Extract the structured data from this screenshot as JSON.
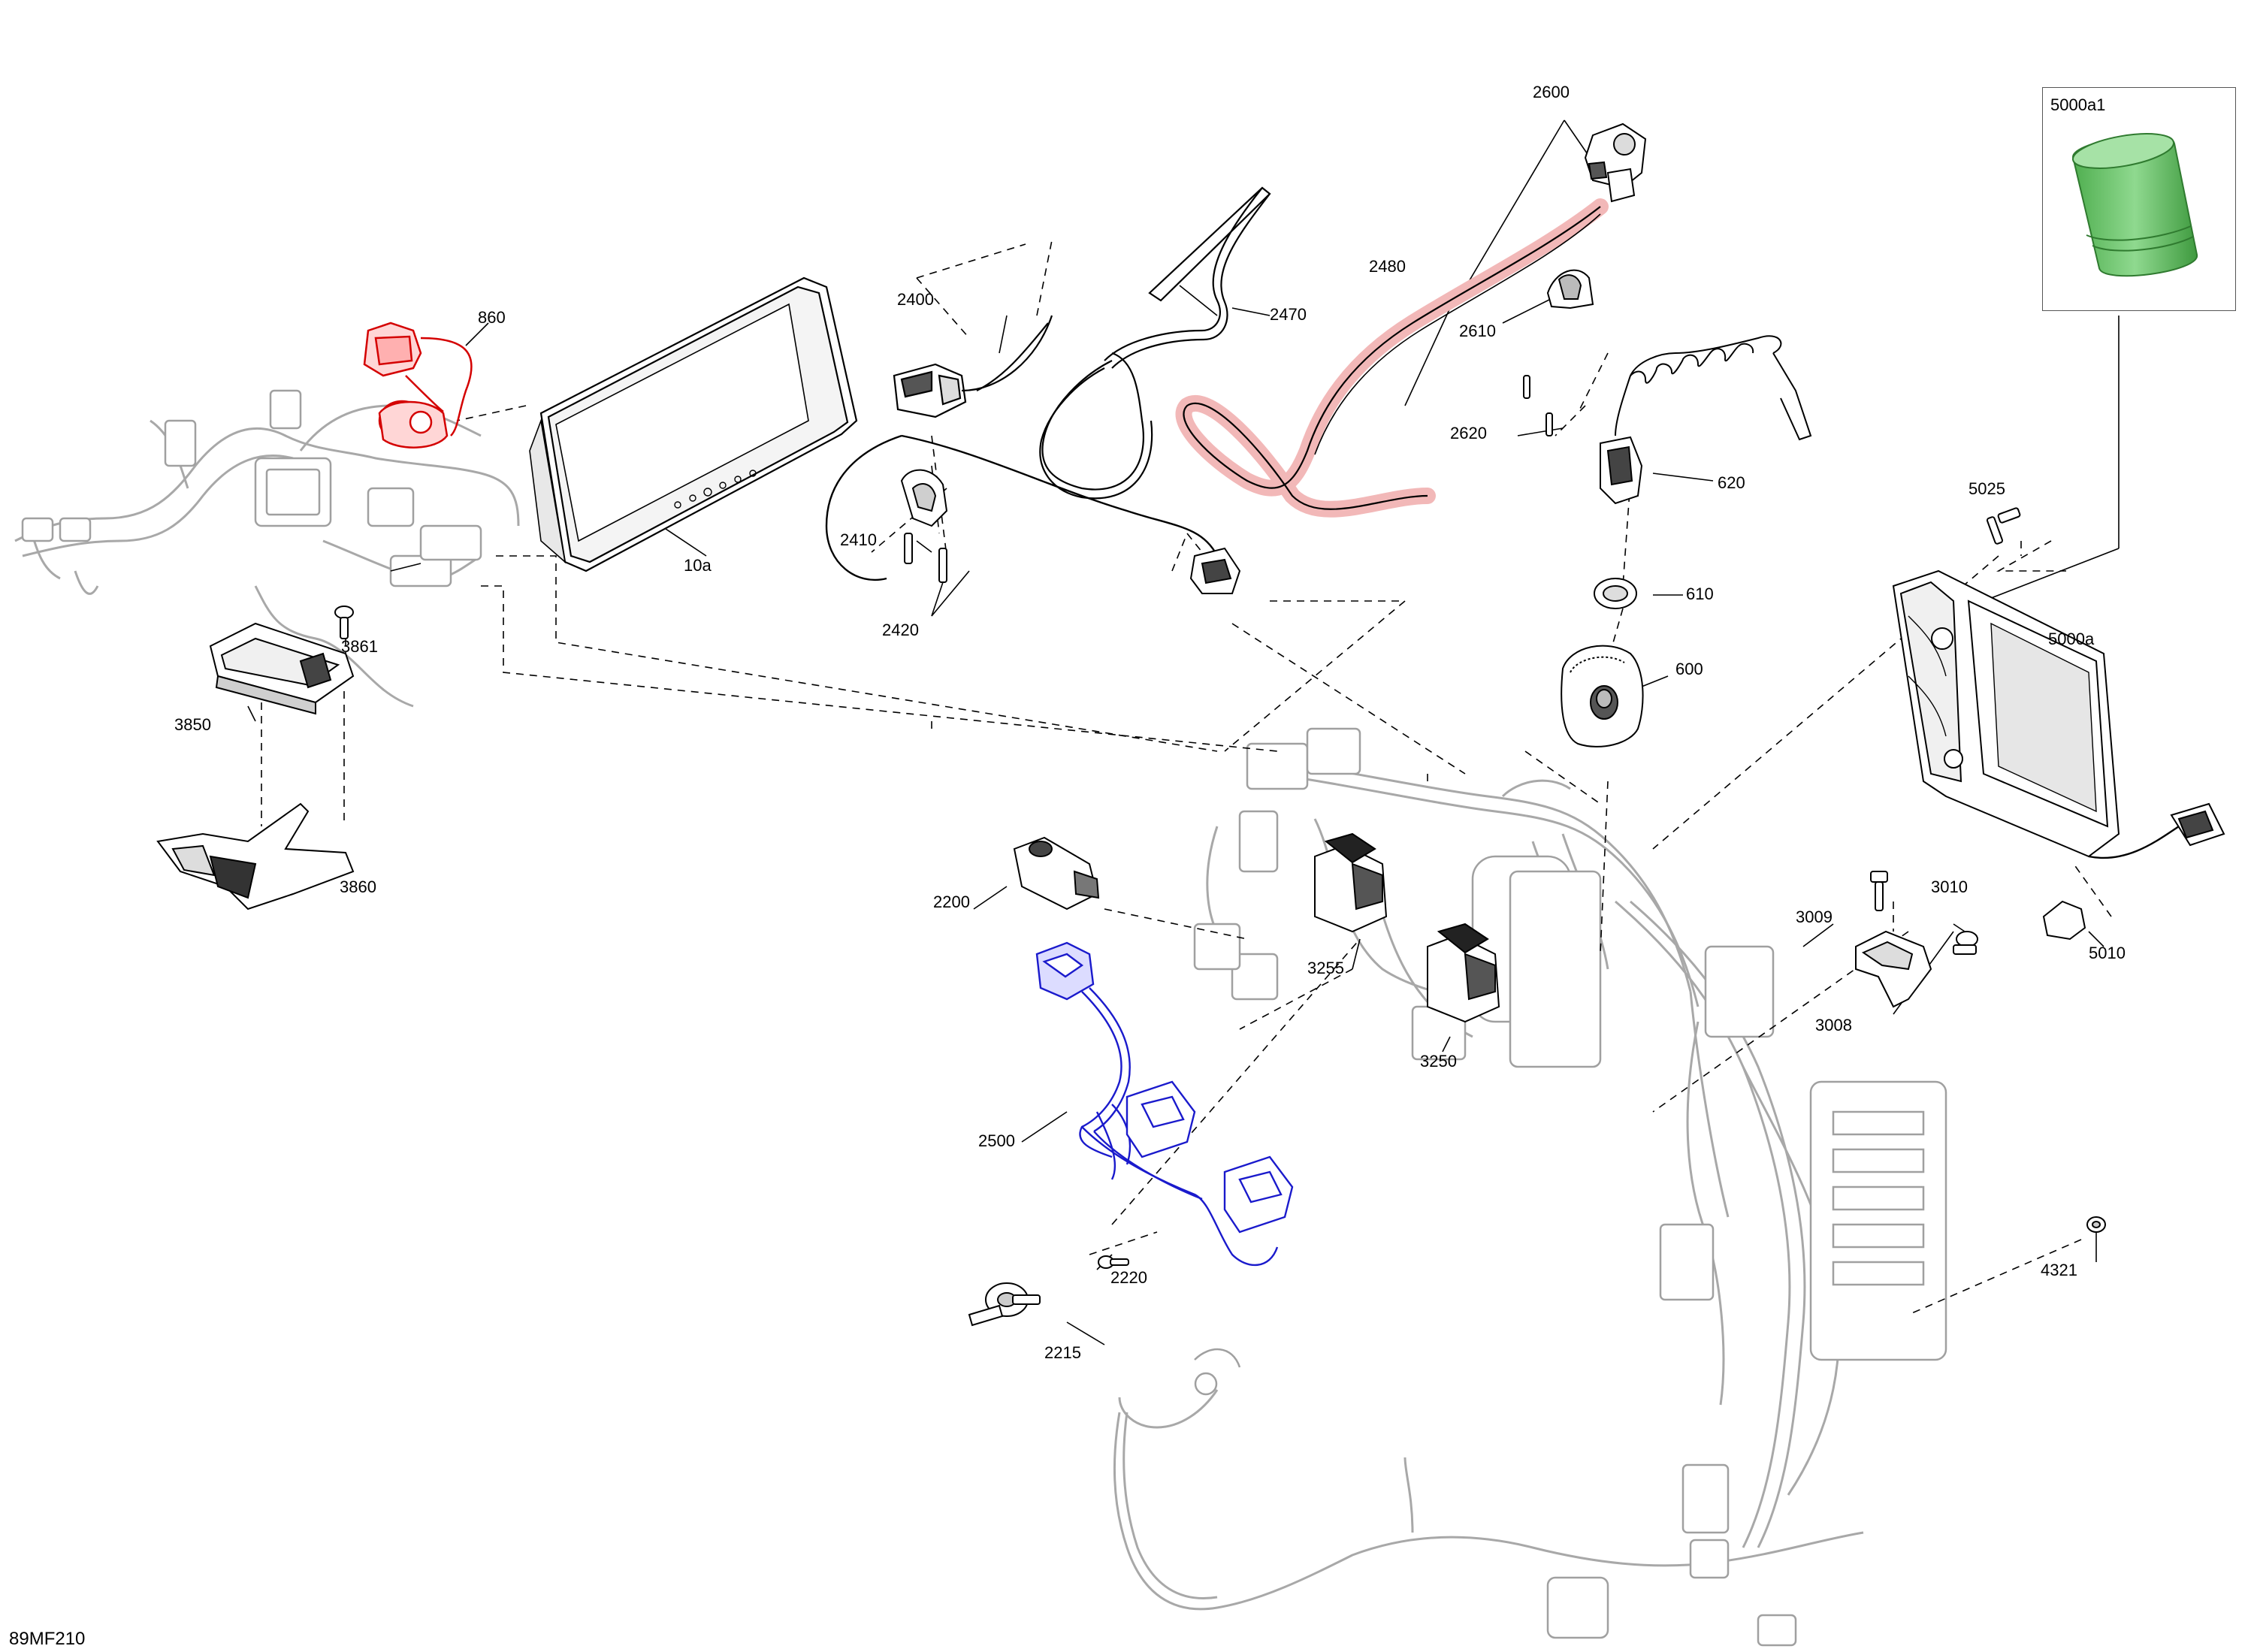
{
  "figure_id": "89MF210",
  "inset": {
    "label": "5000a1"
  },
  "callouts": {
    "c860": "860",
    "c10a": "10a",
    "c2400": "2400",
    "c2410": "2410",
    "c2420": "2420",
    "c2470": "2470",
    "c2480": "2480",
    "c2600": "2600",
    "c2610": "2610",
    "c2620": "2620",
    "c620": "620",
    "c610": "610",
    "c600": "600",
    "c5025": "5025",
    "c5000a": "5000a",
    "c3861": "3861",
    "c3850": "3850",
    "c3860": "3860",
    "c2200": "2200",
    "c3255": "3255",
    "c3250": "3250",
    "c2500": "2500",
    "c2220": "2220",
    "c2215": "2215",
    "c3009": "3009",
    "c3010": "3010",
    "c3008": "3008",
    "c5010": "5010",
    "c4321": "4321"
  },
  "colors": {
    "highlight_red": "#d40000",
    "highlight_red_glow": "#f2b8b8",
    "highlight_blue": "#1a1acc",
    "highlight_green": "#66c266",
    "line_dark": "#000000",
    "line_grey": "#9a9a9a"
  }
}
